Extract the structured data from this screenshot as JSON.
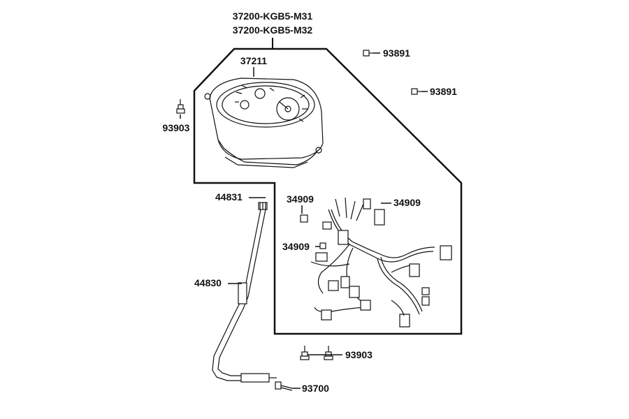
{
  "diagram": {
    "assembly_numbers": [
      "37200-KGB5-M31",
      "37200-KGB5-M32"
    ],
    "callouts": {
      "meter": "37211",
      "screw_top_1": "93891",
      "screw_top_2": "93891",
      "screw_left": "93903",
      "cable_gear": "44831",
      "cable": "44830",
      "bulb_1": "34909",
      "bulb_2": "34909",
      "bulb_3": "34909",
      "screw_bottom": "93903",
      "bolt_bottom": "93700"
    }
  }
}
